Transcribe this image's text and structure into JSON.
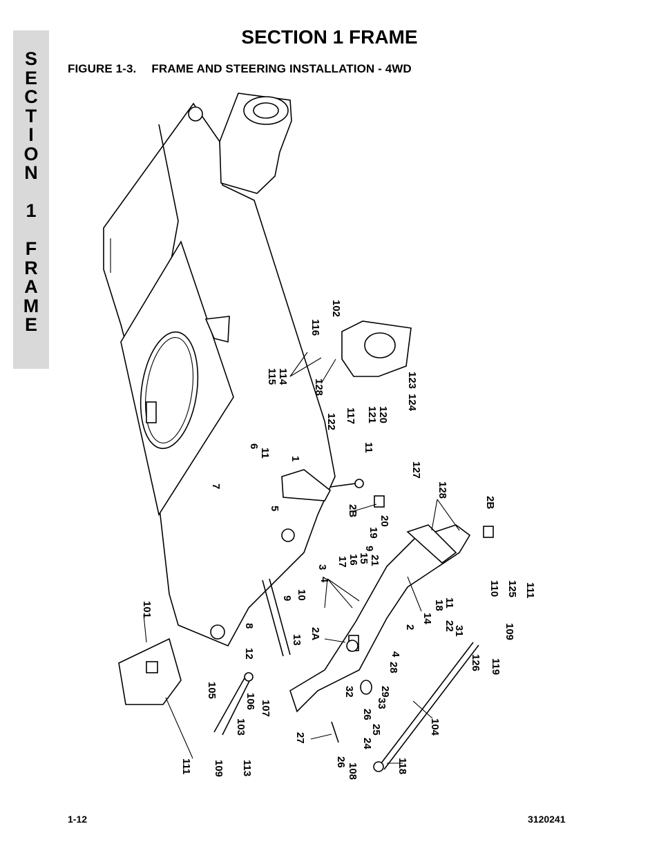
{
  "side_tab": {
    "letters": [
      "S",
      "E",
      "C",
      "T",
      "I",
      "O",
      "N",
      "",
      "1",
      "",
      "F",
      "R",
      "A",
      "M",
      "E"
    ]
  },
  "header": {
    "section_title": "SECTION 1  FRAME",
    "figure_number": "FIGURE 1-3.",
    "figure_caption": "FRAME AND STEERING INSTALLATION - 4WD"
  },
  "callouts": {
    "c101": "101",
    "c102": "102",
    "c116": "116",
    "c115": "115",
    "c114": "114",
    "c128a": "128",
    "c122": "122",
    "c117": "117",
    "c121": "121",
    "c120": "120",
    "c124": "124",
    "c123": "123",
    "c6": "6",
    "c11a": "11",
    "c1": "1",
    "c11b": "11",
    "c7": "7",
    "c5": "5",
    "c127": "127",
    "c128b": "128",
    "c2Ba": "2B",
    "c20": "20",
    "c2Bb": "2B",
    "c19": "19",
    "c9a": "9",
    "c17": "17",
    "c16": "16",
    "c15": "15",
    "c21": "21",
    "c3": "3",
    "c4a": "4",
    "c9b": "9",
    "c10": "10",
    "c8": "8",
    "c12": "12",
    "c13": "13",
    "c2A": "2A",
    "c14": "14",
    "c18": "18",
    "c22": "22",
    "c31": "31",
    "c2": "2",
    "c11c": "11",
    "c110": "110",
    "c125": "125",
    "c111a": "111",
    "c109a": "109",
    "c4b": "4",
    "c28": "28",
    "c29": "29",
    "c33": "33",
    "c32": "32",
    "c26a": "26",
    "c25": "25",
    "c27": "27",
    "c24": "24",
    "c26b": "26",
    "c108": "108",
    "c118": "118",
    "c104": "104",
    "c126": "126",
    "c119": "119",
    "c105": "105",
    "c106": "106",
    "c107": "107",
    "c103": "103",
    "c111b": "111",
    "c109b": "109",
    "c113": "113"
  },
  "footer": {
    "page_number": "1-12",
    "doc_number": "3120241"
  }
}
